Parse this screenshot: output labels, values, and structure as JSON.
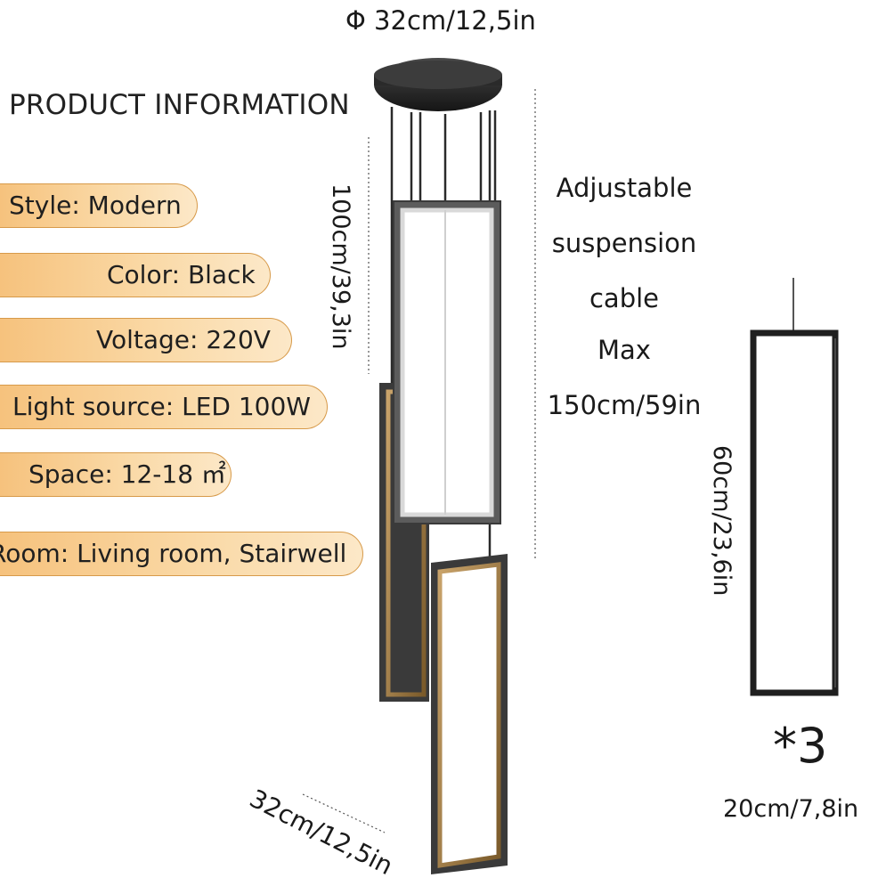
{
  "title": "PRODUCT INFORMATION",
  "dimensions": {
    "diameter": "Φ 32cm/12,5in",
    "drop_height": "100cm/39,3in",
    "panel_height": "60cm/23,6in",
    "panel_width": "20cm/7,8in",
    "base_width": "32cm/12,5in",
    "multiplier": "*3"
  },
  "cable_note": [
    "Adjustable",
    "suspension",
    "cable",
    "Max",
    "150cm/59in"
  ],
  "specs": [
    "Style: Modern",
    "Color: Black",
    "Voltage: 220V",
    "Light source: LED 100W",
    "Space: 12-18 ㎡",
    "Room: Living room, Stairwell"
  ],
  "colors": {
    "pill_fill": "#f6c27d",
    "pill_border": "#d79a4a",
    "fixture": "#2b2b2b"
  }
}
